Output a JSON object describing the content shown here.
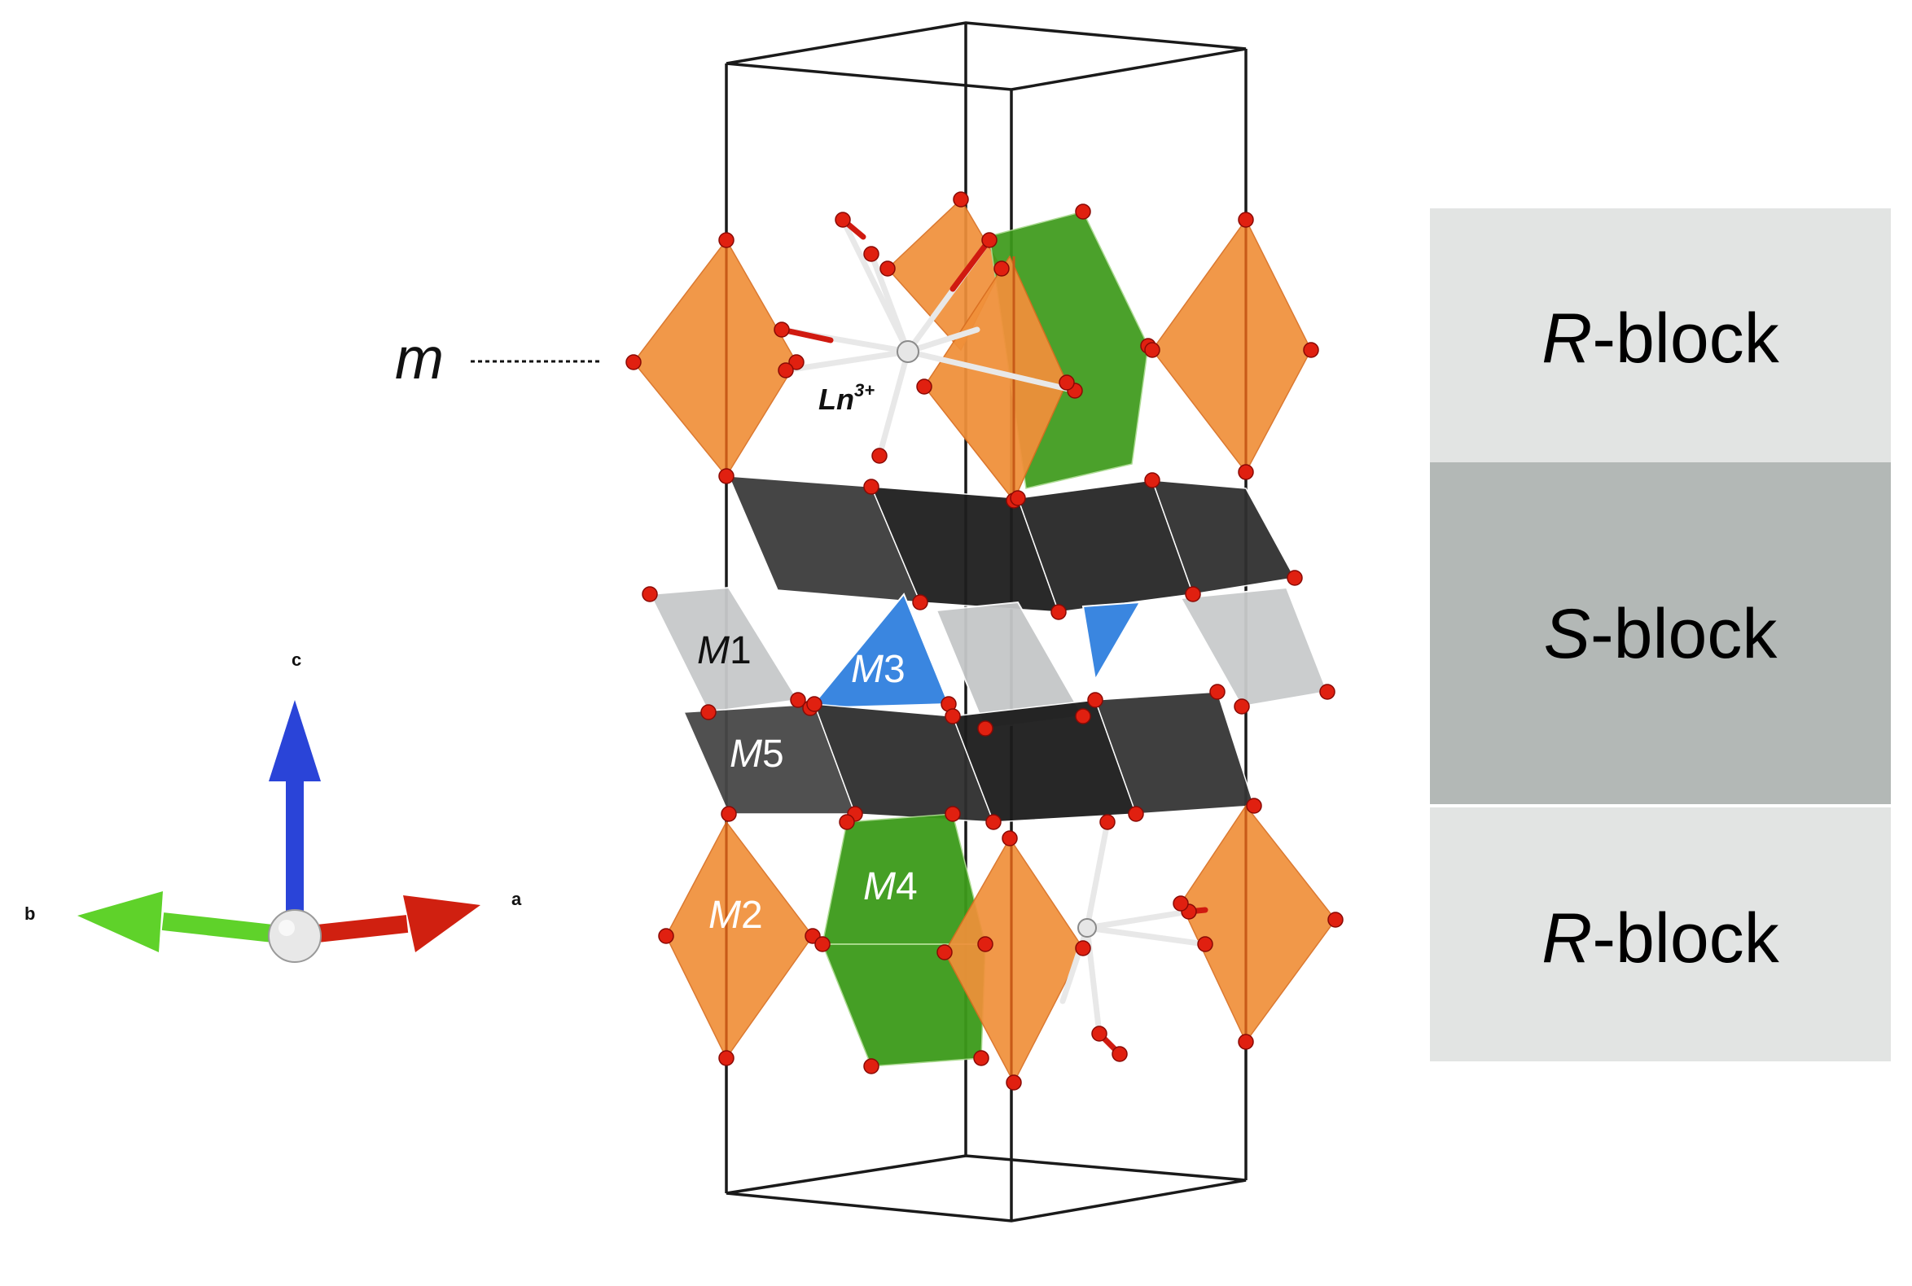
{
  "mirror_plane_label": "m",
  "cation_label": {
    "base": "Ln",
    "charge": "3+"
  },
  "site_labels": [
    {
      "letter": "M",
      "number": "1",
      "color": "#111111"
    },
    {
      "letter": "M",
      "number": "2",
      "color": "#ffffff"
    },
    {
      "letter": "M",
      "number": "3",
      "color": "#ffffff"
    },
    {
      "letter": "M",
      "number": "4",
      "color": "#ffffff"
    },
    {
      "letter": "M",
      "number": "5",
      "color": "#ffffff"
    }
  ],
  "blocks": [
    {
      "letter": "R",
      "suffix": "-block",
      "color": "#e2e4e3"
    },
    {
      "letter": "S",
      "suffix": "-block",
      "color": "#b3b8b6"
    },
    {
      "letter": "R",
      "suffix": "-block",
      "color": "#e2e4e3"
    }
  ],
  "axes": {
    "a": "a",
    "b": "b",
    "c": "c",
    "a_color": "#d02010",
    "b_color": "#5fd22a",
    "c_color": "#2a44d8"
  },
  "polyhedra_colors": {
    "octahedral_orange": "#f0903a",
    "bipyramid_green": "#3c9a1a",
    "tetrahedral_blue": "#3a86e0",
    "spinel_dark": "#3a3a3a",
    "spinel_light": "#c8cacb",
    "oxygen": "#e02010"
  }
}
